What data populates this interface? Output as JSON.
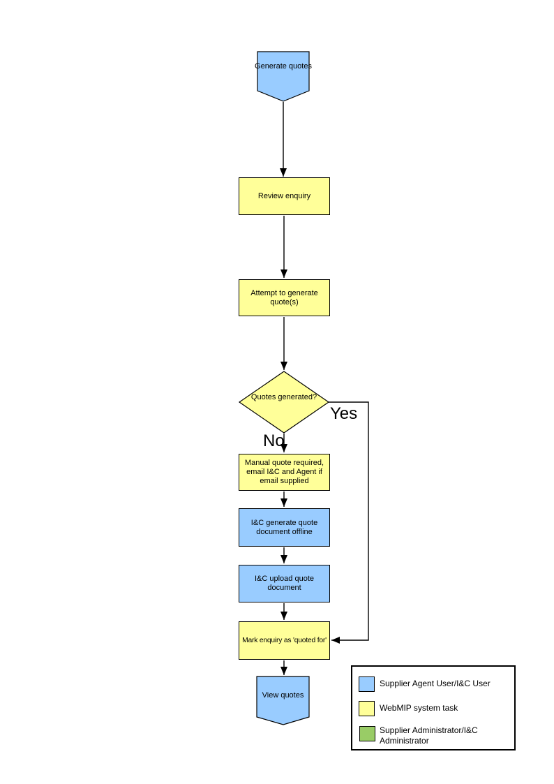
{
  "diagram": {
    "nodes": {
      "start": "Generate quotes",
      "review": "Review enquiry",
      "attempt": "Attempt to generate quote(s)",
      "decision": "Quotes generated?",
      "manual_quote": "Manual quote required, email I&C and Agent if email supplied",
      "generate_offline": "I&C generate quote document offline",
      "upload": "I&C upload quote document",
      "mark_quoted": "Mark enquiry as 'quoted for'",
      "end": "View quotes"
    },
    "branches": {
      "yes": "Yes",
      "no": "No"
    }
  },
  "legend": {
    "items": [
      {
        "color": "#99CCFF",
        "label": "Supplier Agent User/I&C User"
      },
      {
        "color": "#FFFF99",
        "label": "WebMIP system task"
      },
      {
        "color": "#99CC66",
        "label": "Supplier Administrator/I&C Administrator"
      }
    ]
  },
  "colors": {
    "agent_task": "#99CCFF",
    "system_task": "#FFFF99",
    "admin_task": "#99CC66",
    "outline": "#000000"
  }
}
